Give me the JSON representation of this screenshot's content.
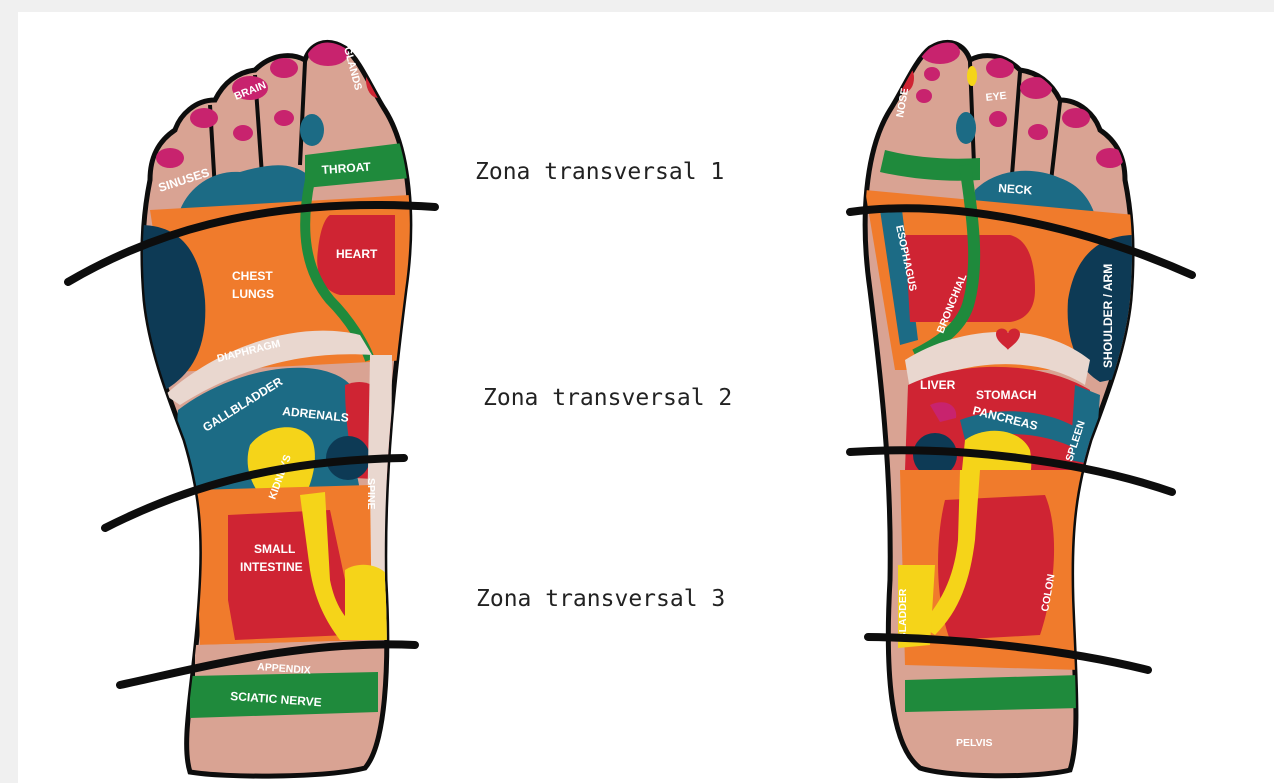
{
  "colors": {
    "skin": "#d9a393",
    "outline": "#0d0d0d",
    "orange": "#f07b2c",
    "red": "#cf2433",
    "teal": "#1c6b85",
    "navy": "#0d3a55",
    "green": "#1f8a3c",
    "yellow": "#f5d419",
    "pink": "#c8236e",
    "pale": "#e9d7cf"
  },
  "zones": {
    "z1": "Zona transversal 1",
    "z2": "Zona transversal 2",
    "z3": "Zona transversal 3"
  },
  "left_foot": {
    "sinuses": "SINUSES",
    "brain": "BRAIN",
    "glands": "GLANDS",
    "throat": "THROAT",
    "chest": "CHEST",
    "lungs": "LUNGS",
    "heart": "HEART",
    "diaphragm": "DIAPHRAGM",
    "gallbladder": "GALLBLADDER",
    "adrenals": "ADRENALS",
    "kidneys": "KIDNEYS",
    "spine": "SPINE",
    "small": "SMALL",
    "intestine": "INTESTINE",
    "appendix": "APPENDIX",
    "sciatic": "SCIATIC NERVE"
  },
  "right_foot": {
    "nose": "NOSE",
    "eye": "EYE",
    "neck": "NECK",
    "esophagus": "ESOPHAGUS",
    "bronchial": "BRONCHIAL",
    "shoulder": "SHOULDER / ARM",
    "liver": "LIVER",
    "stomach": "STOMACH",
    "pancreas": "PANCREAS",
    "spleen": "SPLEEN",
    "bladder": "BLADDER",
    "colon": "COLON",
    "pelvis": "PELVIS"
  }
}
